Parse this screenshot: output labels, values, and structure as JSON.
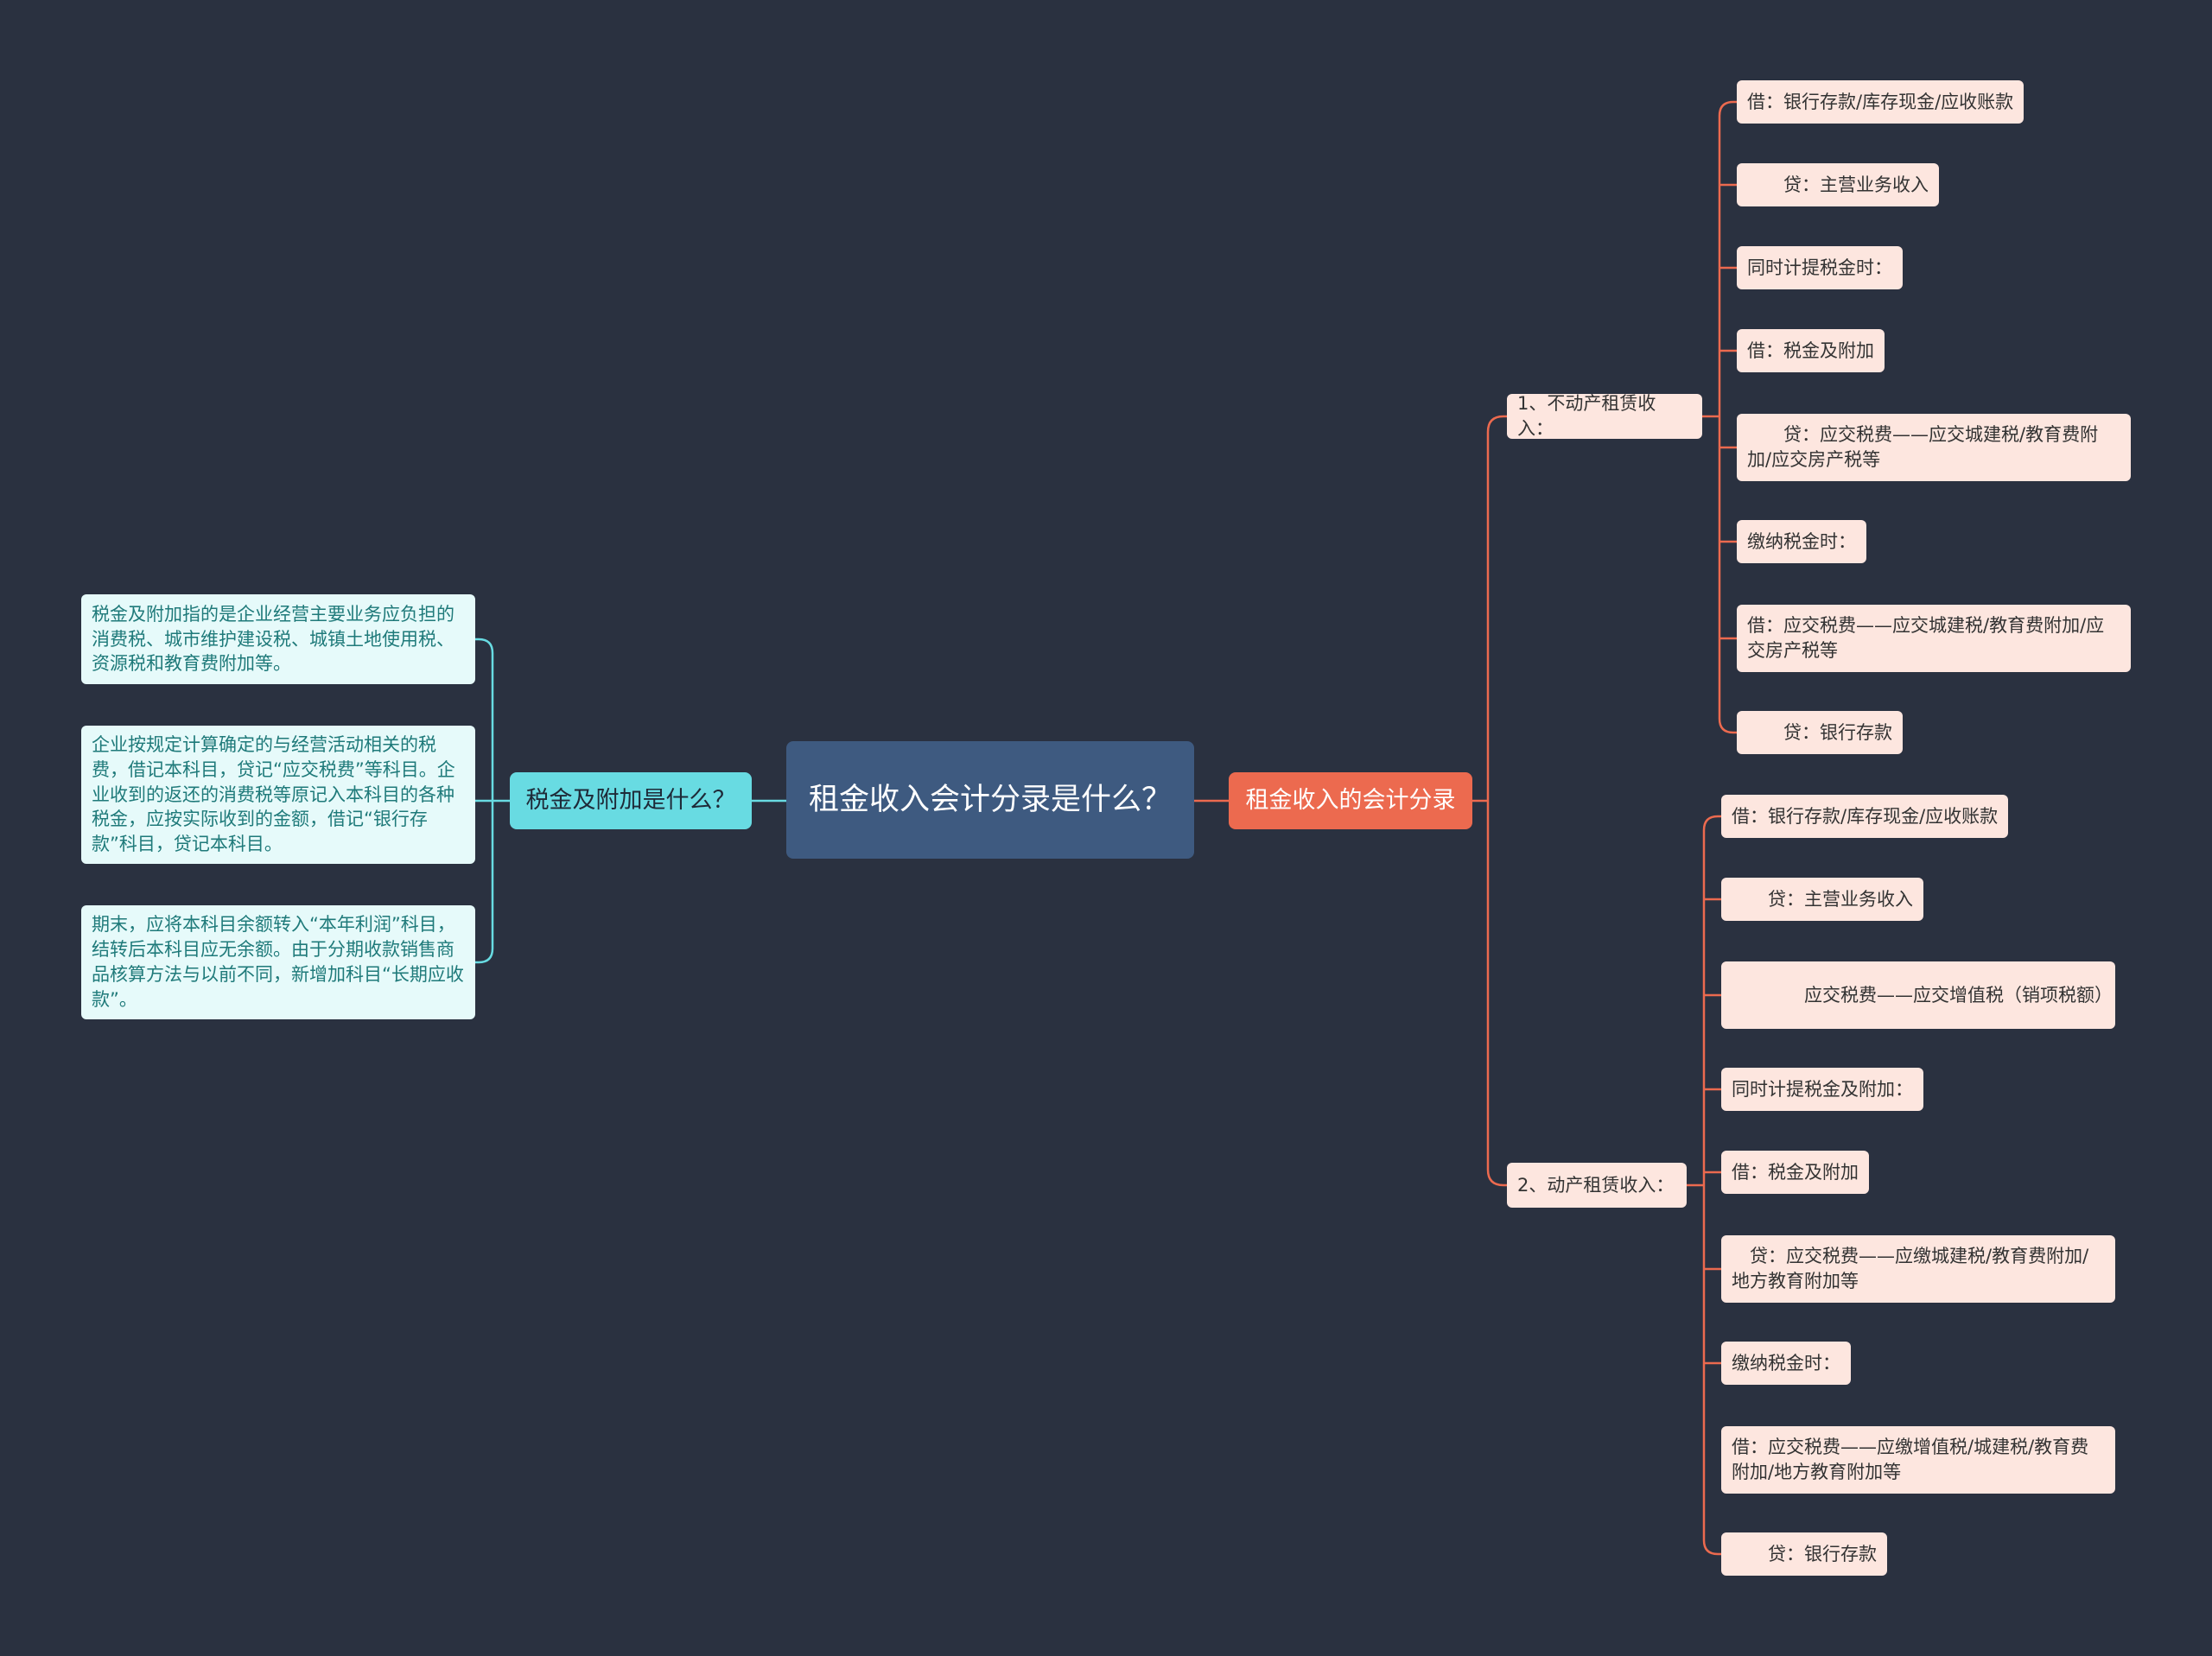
{
  "root": {
    "title": "租金收入会计分录是什么？"
  },
  "right": {
    "title": "租金收入的会计分录",
    "branches": [
      {
        "label": "1、不动产租赁收入：",
        "items": [
          "借：银行存款/库存现金/应收账款",
          "　　贷：主营业务收入",
          "同时计提税金时：",
          "借：税金及附加",
          "　　贷：应交税费——应交城建税/教育费附加/应交房产税等",
          "缴纳税金时：",
          "借：应交税费——应交城建税/教育费附加/应交房产税等",
          "　　贷：银行存款"
        ]
      },
      {
        "label": "2、动产租赁收入：",
        "items": [
          "借：银行存款/库存现金/应收账款",
          "　　贷：主营业务收入",
          "　　　　应交税费——应交增值税（销项税额）",
          "同时计提税金及附加：",
          "借：税金及附加",
          "　贷：应交税费——应缴城建税/教育费附加/地方教育附加等",
          "缴纳税金时：",
          "借：应交税费——应缴增值税/城建税/教育费附加/地方教育附加等",
          "　　贷：银行存款"
        ]
      }
    ]
  },
  "left": {
    "title": "税金及附加是什么？",
    "items": [
      "税金及附加指的是企业经营主要业务应负担的消费税、城市维护建设税、城镇土地使用税、资源税和教育费附加等。",
      "企业按规定计算确定的与经营活动相关的税费，借记本科目，贷记“应交税费”等科目。企业收到的返还的消费税等原记入本科目的各种税金，应按实际收到的金额，借记“银行存款”科目，贷记本科目。",
      "期末，应将本科目余额转入“本年利润”科目，结转后本科目应无余额。由于分期收款销售商品核算方法与以前不同，新增加科目“长期应收款”。"
    ]
  },
  "colors": {
    "background": "#2a3140",
    "root": "#3e5a80",
    "right_accent": "#ec6a4f",
    "left_accent": "#68dbe2",
    "right_leaf": "#fde6df",
    "left_leaf": "#e6fafa"
  }
}
